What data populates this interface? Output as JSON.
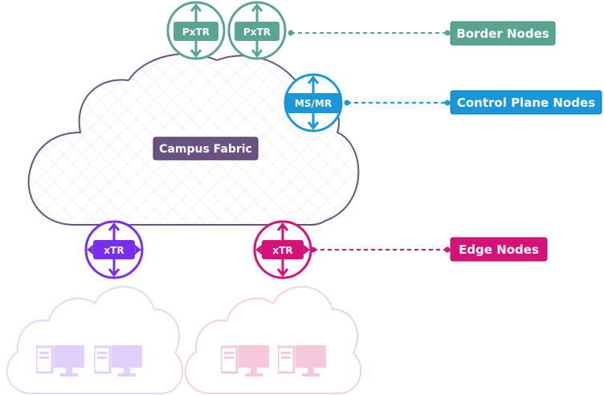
{
  "fabric": {
    "label": "Campus Fabric"
  },
  "nodes": {
    "border_1": "PxTR",
    "border_2": "PxTR",
    "control_plane": "MS/MR",
    "edge_left": "xTR",
    "edge_right": "xTR"
  },
  "legend": {
    "border": "Border Nodes",
    "control_plane": "Control Plane Nodes",
    "edge": "Edge Nodes"
  },
  "colors": {
    "border": "#5aa58f",
    "control_plane": "#1a96db",
    "edge_left": "#7a2cf0",
    "edge_right": "#d4127a",
    "fabric": "#6b5083"
  }
}
